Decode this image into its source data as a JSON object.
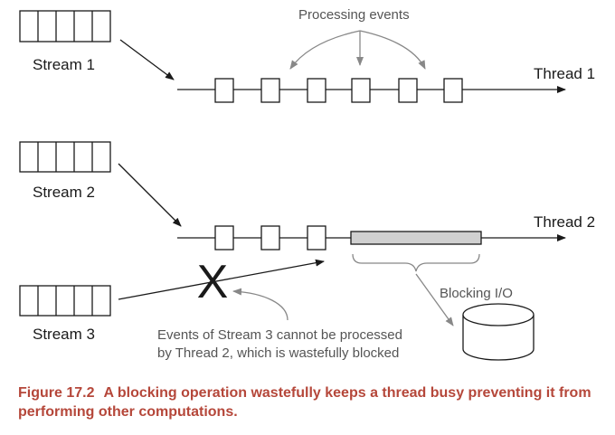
{
  "streams": [
    {
      "label": "Stream 1"
    },
    {
      "label": "Stream 2"
    },
    {
      "label": "Stream 3"
    }
  ],
  "threads": [
    {
      "label": "Thread 1"
    },
    {
      "label": "Thread 2"
    }
  ],
  "annotations": {
    "processing_events": "Processing events",
    "blocking_io": "Blocking I/O",
    "blocked_note_line1": "Events of Stream 3 cannot be processed",
    "blocked_note_line2": "by Thread 2, which is wastefully blocked",
    "blocked_mark": "X"
  },
  "caption": {
    "number": "Figure 17.2",
    "text": "A blocking operation wastefully keeps a thread busy preventing it from performing other computations."
  },
  "colors": {
    "caption": "#b5473a",
    "io_bar": "#d0d0d0",
    "callout_gray": "#888888"
  }
}
